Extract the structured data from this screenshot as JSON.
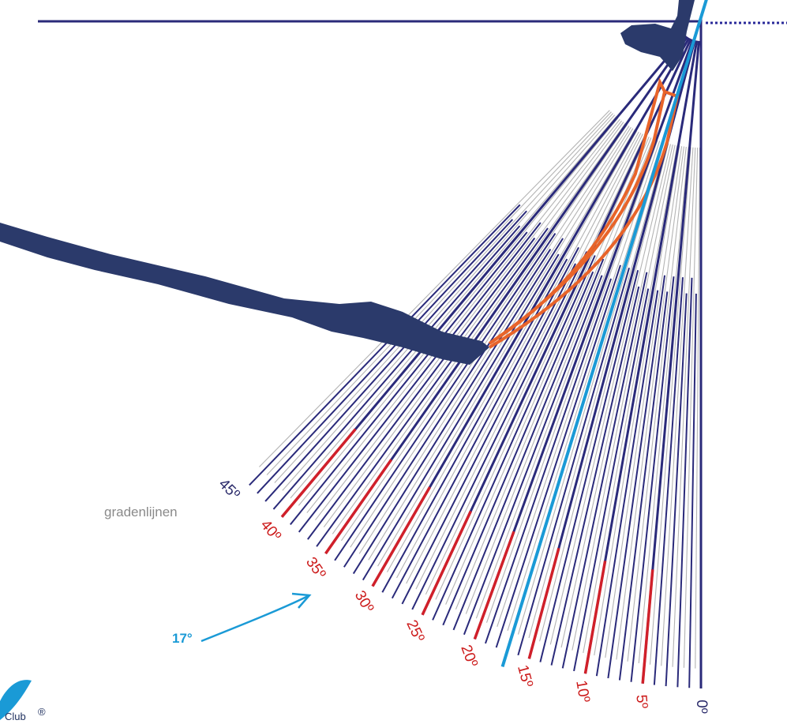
{
  "diagram": {
    "caption": "gradenlijnen",
    "highlight_angle_label": "17°",
    "highlight_angle_deg": 17,
    "degree_labels": [
      {
        "deg": 0,
        "text": "0º"
      },
      {
        "deg": 5,
        "text": "5º"
      },
      {
        "deg": 10,
        "text": "10º"
      },
      {
        "deg": 15,
        "text": "15º"
      },
      {
        "deg": 20,
        "text": "20º"
      },
      {
        "deg": 25,
        "text": "25º"
      },
      {
        "deg": 30,
        "text": "30º"
      },
      {
        "deg": 35,
        "text": "35º"
      },
      {
        "deg": 40,
        "text": "40º"
      },
      {
        "deg": 45,
        "text": "45º"
      }
    ],
    "logo_text": "Club",
    "logo_mark": "®",
    "colors": {
      "major_line": "#2a2a7a",
      "minor_line": "#b4b4b4",
      "accent_red": "#d0202a",
      "highlight_blue": "#1a9ad6",
      "club_shape": "#2b3a6b",
      "arc_orange": "#e8642a",
      "label_red": "#cc1a1a",
      "label_navy": "#2a2a6a",
      "dotted": "#2a2a9a"
    }
  }
}
